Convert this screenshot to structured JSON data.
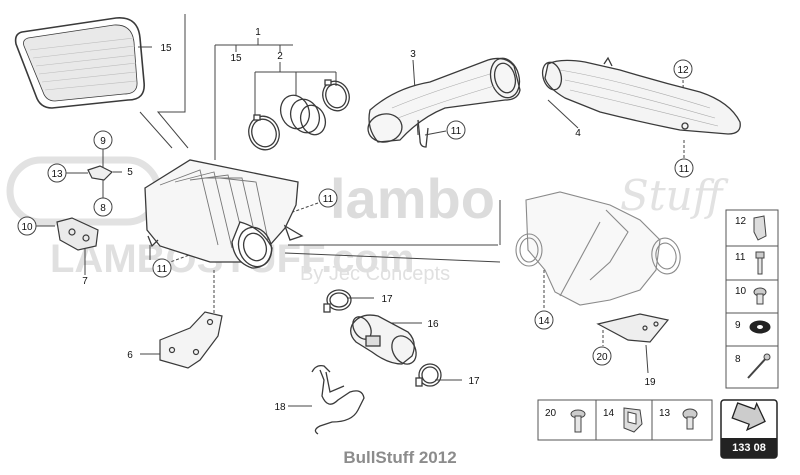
{
  "watermark": {
    "brand_main": "lambo",
    "brand_script": "Stuff",
    "brand_line": "LAMBOSTUFF.com",
    "byline": "By Jec Concepts"
  },
  "footer_text": "BullStuff 2012",
  "diagram_number": "133 08",
  "callouts": [
    "1",
    "2",
    "3",
    "4",
    "5",
    "6",
    "7",
    "8",
    "9",
    "10",
    "11",
    "12",
    "13",
    "14",
    "15",
    "16",
    "17",
    "18",
    "19",
    "20"
  ],
  "legend": {
    "side_items": [
      "12",
      "11",
      "10",
      "9",
      "8"
    ],
    "bottom_items": [
      "20",
      "14",
      "13"
    ]
  },
  "colors": {
    "line": "#4a4a4a",
    "watermark": "#d7d7d7",
    "footer": "#8c8c8c",
    "badge": "#222222"
  }
}
